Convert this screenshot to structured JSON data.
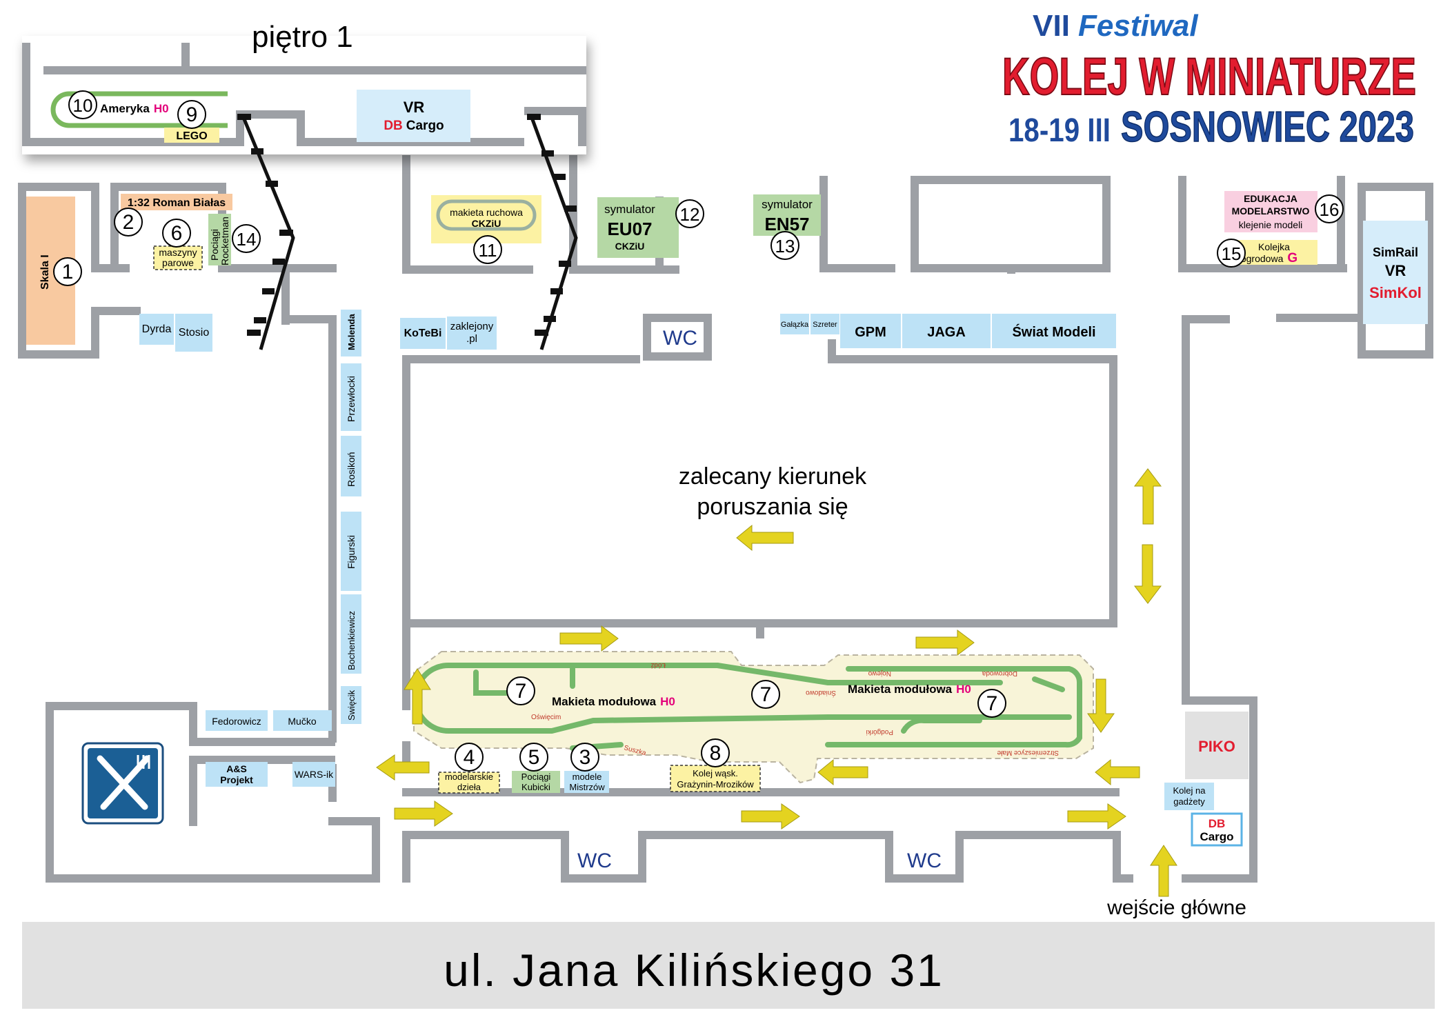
{
  "header": {
    "edition": "VII",
    "festival": "Festiwal",
    "title": "KOLEJ W MINIATURZE",
    "dates": "18-19 III",
    "city_year": "SOSNOWIEC 2023"
  },
  "floor1": {
    "title": "piętro 1",
    "stands": {
      "ameryka_prefix": "Ameryka",
      "ameryka_scale": "H0",
      "lego": "LEGO",
      "vr": "VR",
      "db": "DB",
      "cargo": "Cargo"
    }
  },
  "exhibitors": {
    "skala_1": "Skala I",
    "roman_bialas": "1:32 Roman Białas",
    "maszyny_parowe_1": "maszyny",
    "maszyny_parowe_2": "parowe",
    "pociagi_rocketman_1": "Pociągi",
    "pociagi_rocketman_2": "Rocketman",
    "dyrda": "Dyrda",
    "stosio": "Stosio",
    "makieta_ruchowa": "makieta ruchowa",
    "ckziu": "CKZiU",
    "symulator": "symulator",
    "eu07": "EU07",
    "en57": "EN57",
    "edukacja_1": "EDUKACJA",
    "edukacja_2": "MODELARSTWO",
    "klejenie": "klejenie modeli",
    "kolejka_ogrodowa_1": "Kolejka",
    "kolejka_ogrodowa_2": "ogrodowa",
    "g_scale": "G",
    "simrail": "SimRail",
    "vr": "VR",
    "simkol": "SimKol",
    "kotebi": "KoTeBi",
    "zaklejony_1": "zaklejony",
    "zaklejony_2": ".pl",
    "galazka": "Gałązka",
    "szreter": "Szreter",
    "gpm": "GPM",
    "jaga": "JAGA",
    "swiat_modeli": "Świat Modeli",
    "molenda": "Molenda",
    "przewlocki": "Przewłocki",
    "rosikon": "Rosikoń",
    "figurski": "Figurski",
    "bochenkiewicz": "Bochenkiewicz",
    "swiecik": "Swięcik",
    "fedorowicz": "Fedorowicz",
    "mucko": "Mučko",
    "as_projekt_1": "A&S",
    "as_projekt_2": "Projekt",
    "wars_ik": "WARS-ik",
    "makieta_modulowa": "Makieta modułowa",
    "h0": "H0",
    "modelarskie_1": "modelarskie",
    "modelarskie_2": "dzieła",
    "pociagi_kubicki_1": "Pociągi",
    "pociagi_kubicki_2": "Kubicki",
    "modele_mistrzow_1": "modele",
    "modele_mistrzow_2": "Mistrzów",
    "kolej_waska_1": "Kolej wąsk.",
    "kolej_waska_2": "Grażynin-Mrozików",
    "piko": "PIKO",
    "kolej_na_gadzety_1": "Kolej na",
    "kolej_na_gadzety_2": "gadżety",
    "db": "DB",
    "cargo": "Cargo"
  },
  "layout_stations": {
    "lodz": "Łódź",
    "oswiecim": "Oświęcim",
    "suszka": "Suszka",
    "smiadowo": "Śniadowo",
    "nojewo": "Nojewo",
    "dobrowoda": "Dobrowoda",
    "podgorki": "Podgórki",
    "strzemieszyce": "Strzemieszyce Małe"
  },
  "labels": {
    "wc": "WC",
    "direction_1": "zalecany kierunek",
    "direction_2": "poruszania się",
    "entrance": "wejście główne",
    "street": "ul. Jana Kilińskiego 31"
  },
  "markers": [
    "1",
    "2",
    "3",
    "4",
    "5",
    "6",
    "7",
    "8",
    "9",
    "10",
    "11",
    "12",
    "13",
    "14",
    "15",
    "16"
  ],
  "colors": {
    "wall": "#9da0a5",
    "blue_stand": "#bde2f6",
    "green_stand": "#b5d8a5",
    "yellow_stand": "#fcf2a3",
    "orange_stand": "#f8c9a0",
    "pink_stand": "#f9cfe0",
    "arrow": "#e4d320",
    "title_red": "#e21d2f",
    "title_blue": "#1f4a9c",
    "h0_magenta": "#e3007a"
  }
}
